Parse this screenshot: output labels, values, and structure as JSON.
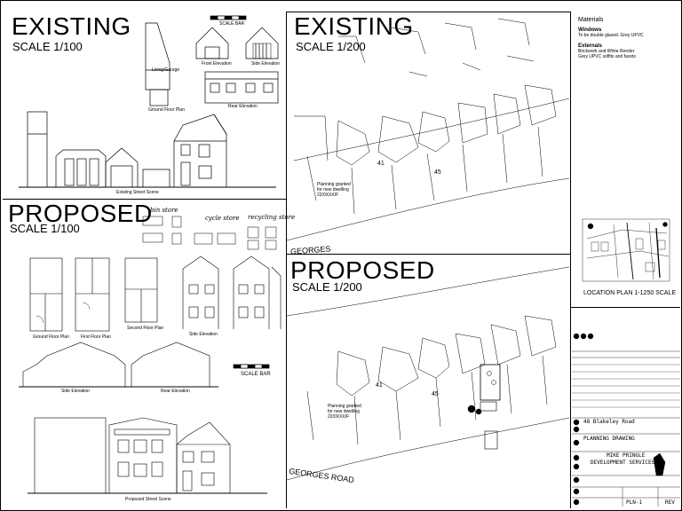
{
  "panels": {
    "existing_plans": {
      "title": "EXISTING",
      "scale": "SCALE 1/100"
    },
    "existing_site": {
      "title": "EXISTING",
      "scale": "SCALE 1/200"
    },
    "proposed_plans": {
      "title": "PROPOSED",
      "scale": "SCALE 1/100"
    },
    "proposed_site": {
      "title": "PROPOSED",
      "scale": "SCALE 1/200"
    }
  },
  "scale_bar_top": "SCALE BAR",
  "scale_bar_bottom": "SCALE BAR",
  "existing_labels": {
    "front_elevation": "Front Elevation",
    "rear_elevation": "Rear Elevation",
    "side_elevation": "Side Elevation",
    "ground_floor_plan": "Ground Floor Plan",
    "garage": "Living/Garage",
    "street_scene": "Existing Street Scene"
  },
  "proposed_labels": {
    "bin_store": "bin store",
    "cycle_store": "cycle store",
    "recycling_store": "recycling store",
    "side_elevation": "Side Elevation",
    "rear_elevation": "Rear Elevation",
    "street_scene": "Proposed Street Scene",
    "ground_floor_plan": "Ground Floor Plan",
    "first_floor_plan": "First Floor Plan",
    "second_floor_plan": "Second Floor Plan",
    "side_elevation_2": "Side Elevation"
  },
  "site": {
    "house_41": "41",
    "house_45": "45",
    "house_41_p": "41",
    "house_45_p": "45",
    "planning_note": "Planning granted for new dwelling 22/0XXX/F",
    "planning_note_p": "Planning granted for new dwelling 22/0XXX/F",
    "road": "GEORGES ROAD",
    "road_top": "GEORGES"
  },
  "materials": {
    "heading": "Materials",
    "windows_heading": "Windows",
    "windows_text": "To be double glazed. Grey UPVC",
    "externals_heading": "Externals",
    "externals_text": "Brickwork and White Render\nGrey UPVC soffits and facets"
  },
  "location_plan": "LOCATION PLAN 1-1250 SCALE",
  "title_block": {
    "address": "48 Blakeley Road",
    "drawing_type": "PLANNING DRAWING",
    "company_line1": "MIKE PRINGLE",
    "company_line2": "DEVELOPMENT SERVICES",
    "drawing_no": "PLN-1",
    "rev": "REV"
  }
}
